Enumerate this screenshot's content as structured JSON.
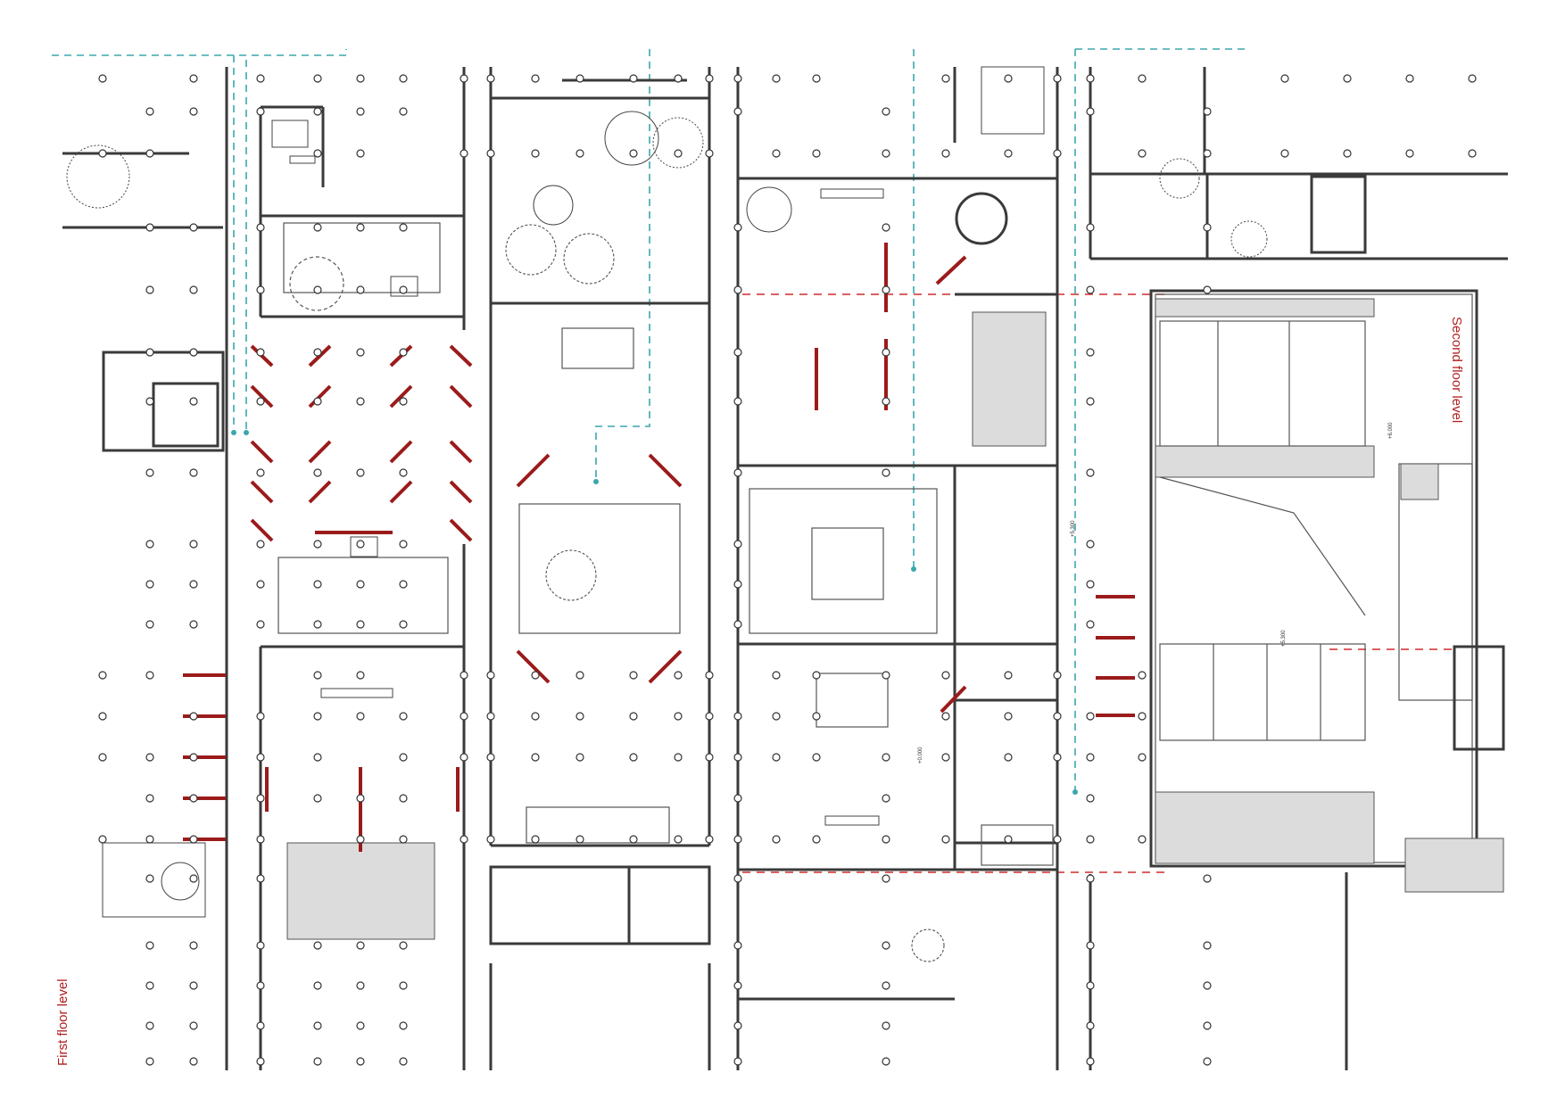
{
  "plan": {
    "labels": {
      "first_floor": "First floor level",
      "second_floor": "Second floor level"
    },
    "elevation_marks": [
      "+0.000",
      "+5.300",
      "+5.300",
      "+6.000"
    ],
    "colors": {
      "walls": "#3a3a3a",
      "section_walls": "#9b1b1b",
      "level_outline": "#d22a2a",
      "circulation_path": "#3aa7ad",
      "label": "#b11f1f"
    }
  }
}
